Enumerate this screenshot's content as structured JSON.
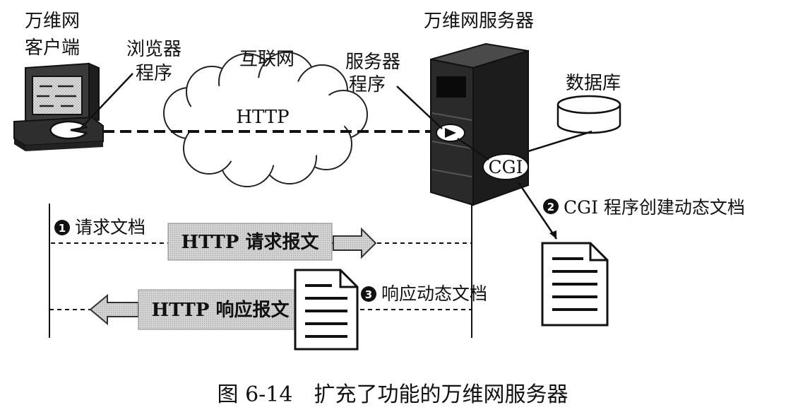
{
  "labels": {
    "client_line1": "万维网",
    "client_line2": "客户端",
    "browser_line1": "浏览器",
    "browser_line2": "程序",
    "internet": "互联网",
    "http": "HTTP",
    "server_title": "万维网服务器",
    "server_prog_line1": "服务器",
    "server_prog_line2": "程序",
    "database": "数据库",
    "cgi": "CGI"
  },
  "steps": [
    {
      "number": "1",
      "text": "请求文档"
    },
    {
      "number": "2",
      "text": "CGI 程序创建动态文档"
    },
    {
      "number": "3",
      "text": "响应动态文档"
    }
  ],
  "messages": {
    "request": "HTTP 请求报文",
    "response": "HTTP 响应报文"
  },
  "caption": "图 6-14　扩充了功能的万维网服务器"
}
